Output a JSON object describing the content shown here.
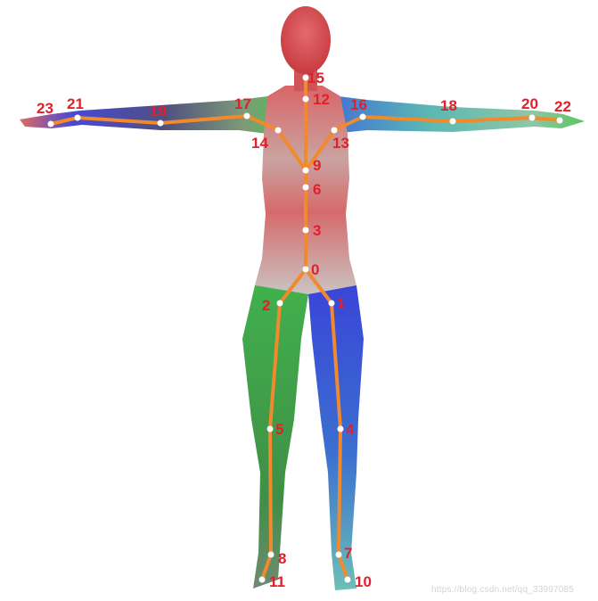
{
  "figure": {
    "joints": [
      {
        "id": 0,
        "label": "0"
      },
      {
        "id": 1,
        "label": "1"
      },
      {
        "id": 2,
        "label": "2"
      },
      {
        "id": 3,
        "label": "3"
      },
      {
        "id": 4,
        "label": "4"
      },
      {
        "id": 5,
        "label": "5"
      },
      {
        "id": 6,
        "label": "6"
      },
      {
        "id": 7,
        "label": "7"
      },
      {
        "id": 8,
        "label": "8"
      },
      {
        "id": 9,
        "label": "9"
      },
      {
        "id": 10,
        "label": "10"
      },
      {
        "id": 11,
        "label": "11"
      },
      {
        "id": 12,
        "label": "12"
      },
      {
        "id": 13,
        "label": "13"
      },
      {
        "id": 14,
        "label": "14"
      },
      {
        "id": 15,
        "label": "15"
      },
      {
        "id": 16,
        "label": "16"
      },
      {
        "id": 17,
        "label": "17"
      },
      {
        "id": 18,
        "label": "18"
      },
      {
        "id": 19,
        "label": "19"
      },
      {
        "id": 20,
        "label": "20"
      },
      {
        "id": 21,
        "label": "21"
      },
      {
        "id": 22,
        "label": "22"
      },
      {
        "id": 23,
        "label": "23"
      }
    ],
    "bones": [
      [
        0,
        1
      ],
      [
        0,
        2
      ],
      [
        0,
        3
      ],
      [
        3,
        6
      ],
      [
        6,
        9
      ],
      [
        9,
        12
      ],
      [
        12,
        15
      ],
      [
        9,
        13
      ],
      [
        9,
        14
      ],
      [
        13,
        16
      ],
      [
        14,
        17
      ],
      [
        16,
        18
      ],
      [
        17,
        19
      ],
      [
        18,
        20
      ],
      [
        19,
        21
      ],
      [
        20,
        22
      ],
      [
        21,
        23
      ],
      [
        1,
        4
      ],
      [
        2,
        5
      ],
      [
        4,
        7
      ],
      [
        5,
        8
      ],
      [
        7,
        10
      ],
      [
        8,
        11
      ]
    ],
    "colors": {
      "bone": "#f08a2c",
      "label": "#e0202a",
      "joint": "#ffffff",
      "body_red": "#d8474c",
      "body_green": "#3fae4a",
      "body_blue": "#3550d8",
      "body_teal": "#5ab6b0"
    },
    "watermark": "https://blog.csdn.net/qq_33997085"
  }
}
